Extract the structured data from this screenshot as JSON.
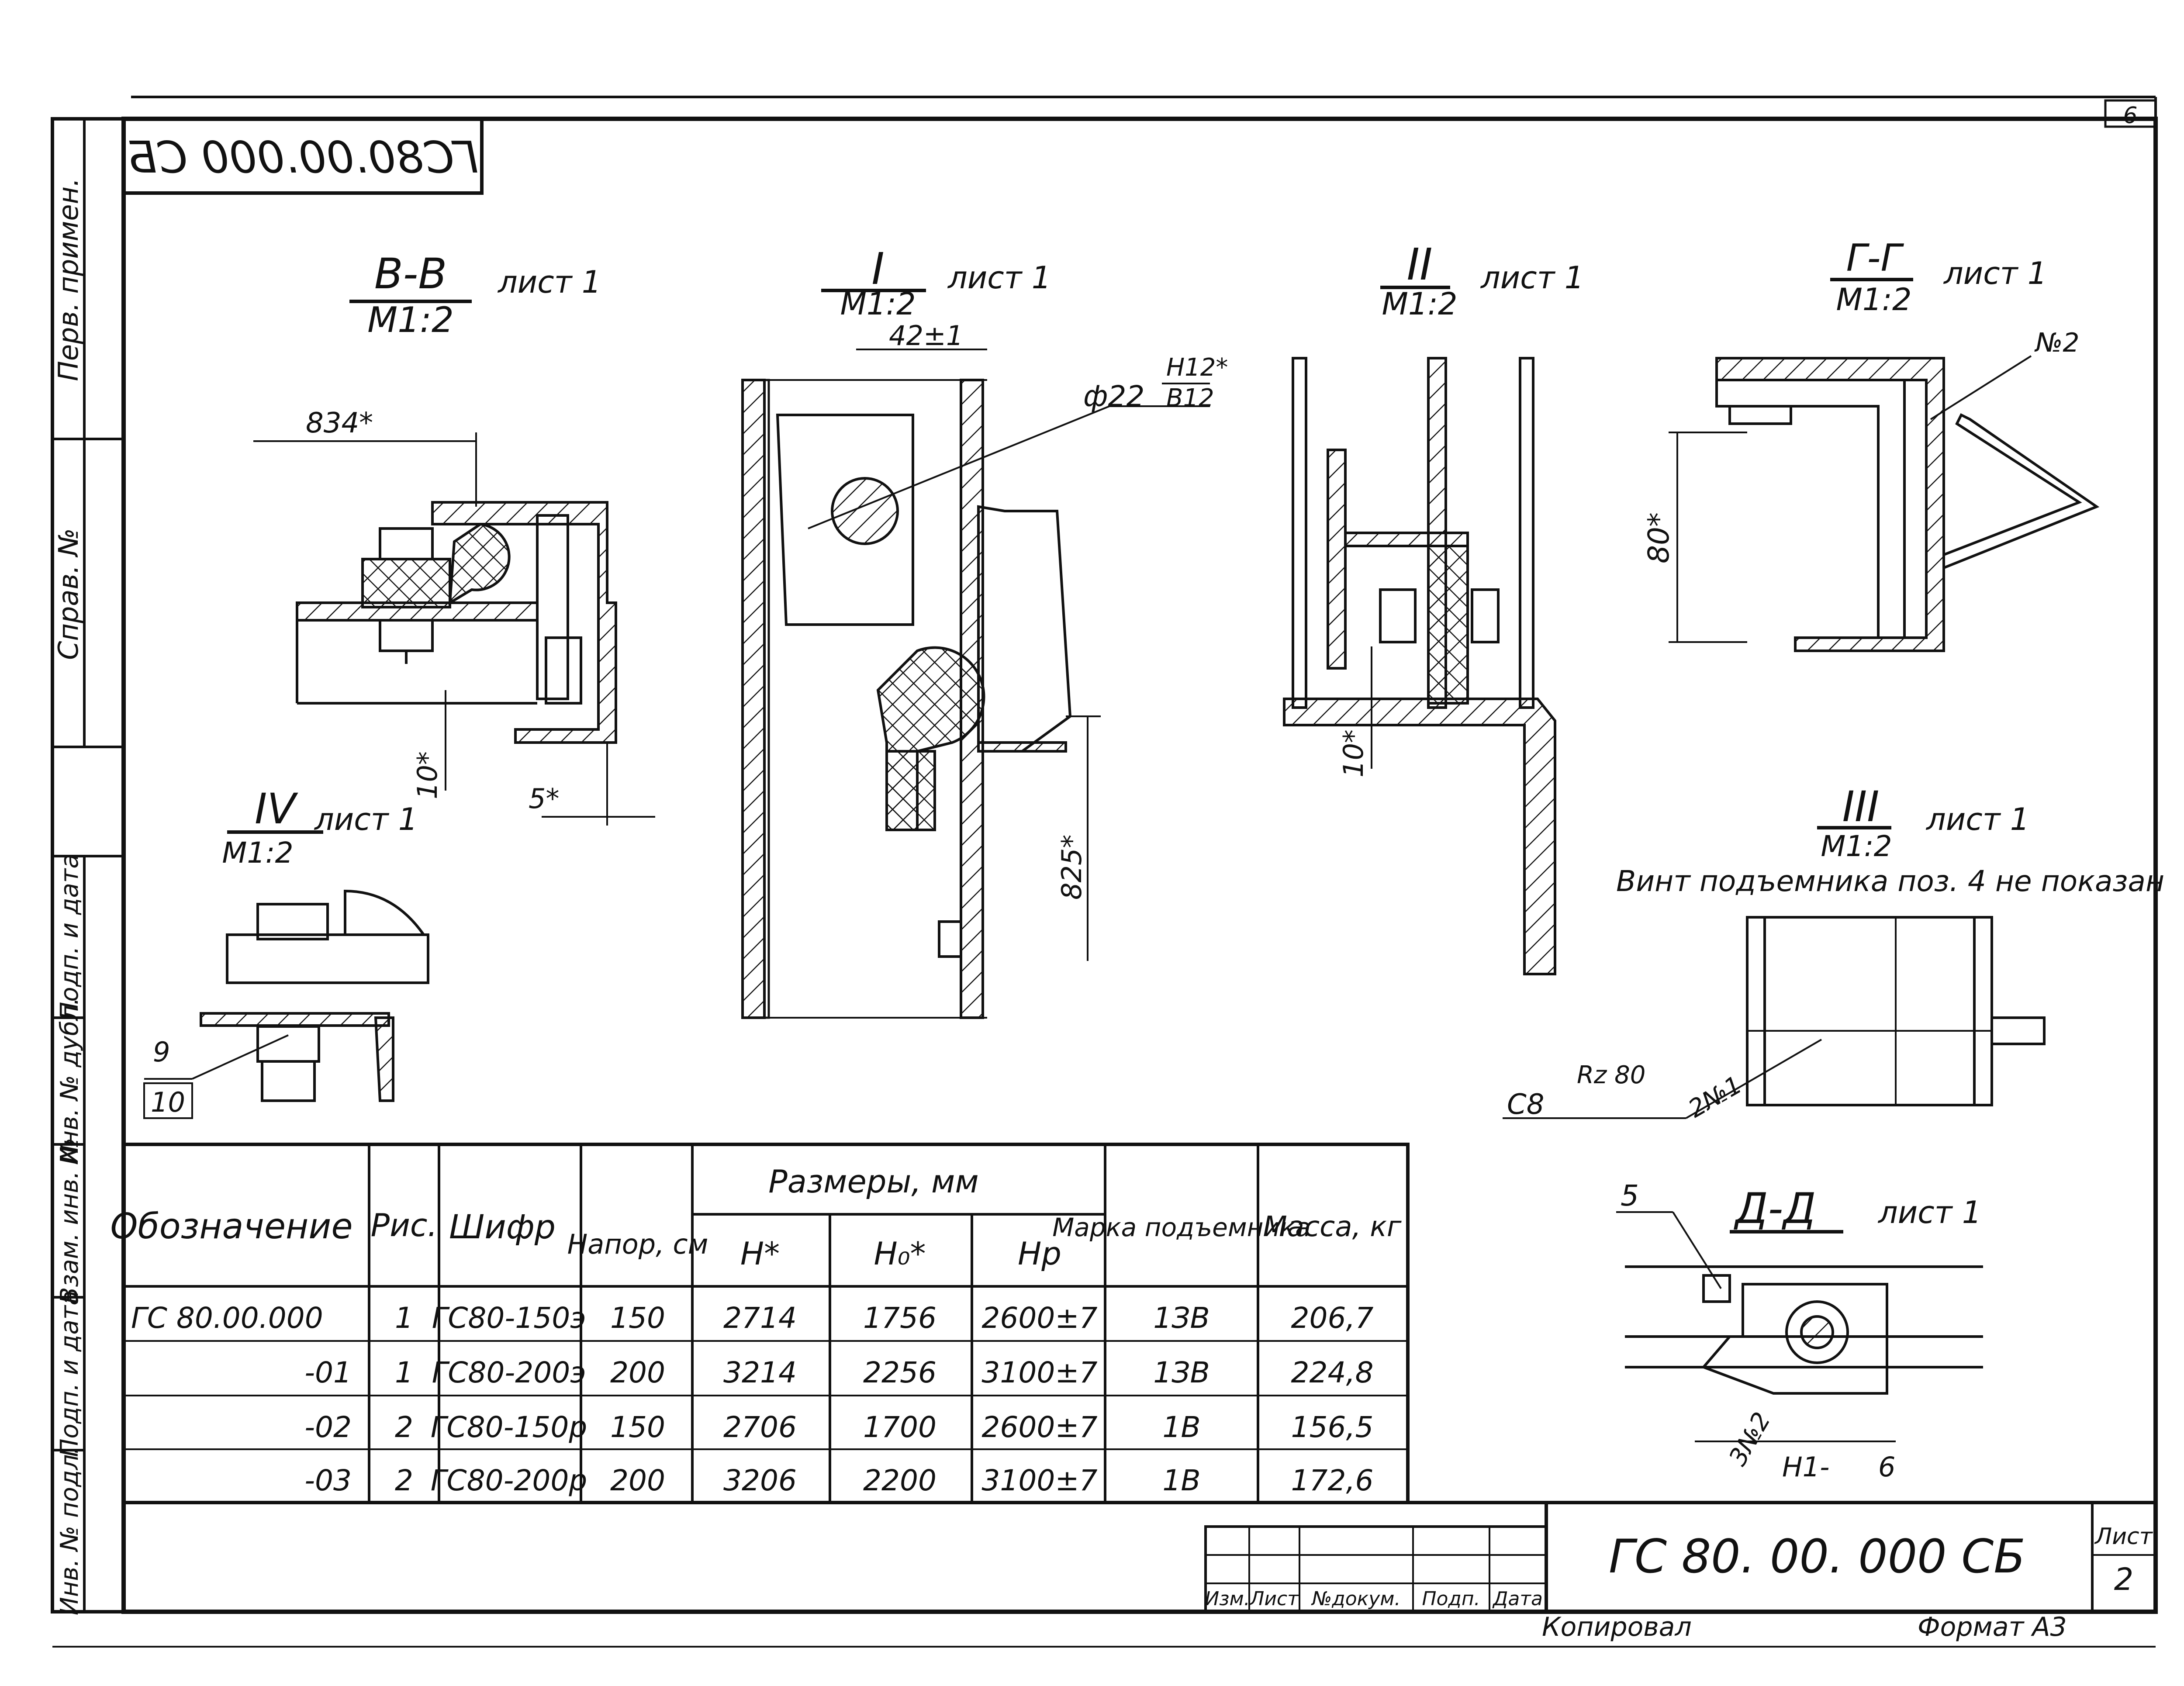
{
  "sheet_number_top": "6",
  "mirrored_code": "ГС80.00.000 СБ",
  "side_strip": {
    "perv_primen": "Перв. примен.",
    "sprav_no": "Справ. №",
    "podp_data_1": "Подп. и дата",
    "inv_dubl": "Инв. № дубл.",
    "vzam_inv": "Взам. инв. №",
    "podp_data_2": "Подп. и дата",
    "inv_podl": "Инв. № подл."
  },
  "views": {
    "vv": {
      "label": "В-В",
      "scale": "М1:2",
      "sheet": "лист 1",
      "dim_834": "834*",
      "dim_10": "10*",
      "dim_5": "5*"
    },
    "i": {
      "label": "I",
      "scale": "М1:2",
      "sheet": "лист 1",
      "dim_42": "42±1",
      "dim_phi": "ф22",
      "tol_top": "H12*",
      "tol_bot": "В12",
      "dim_825": "825*"
    },
    "ii": {
      "label": "II",
      "scale": "М1:2",
      "sheet": "лист 1",
      "dim_10": "10*"
    },
    "gg": {
      "label": "Г-Г",
      "scale": "М1:2",
      "sheet": "лист 1",
      "dim_80": "80*",
      "note_no2": "№2"
    },
    "iv": {
      "label": "IV",
      "scale": "М1:2",
      "sheet": "лист 1",
      "pos_9": "9",
      "pos_10": "10"
    },
    "iii": {
      "label": "III",
      "scale": "М1:2",
      "sheet": "лист 1",
      "note": "Винт подъемника поз. 4 не показан",
      "roughness": "Rz 80",
      "weld_c8": "С8",
      "weld_2no1": "2№1"
    },
    "dd": {
      "label": "Д-Д",
      "sheet": "лист 1",
      "pos_5": "5",
      "weld_3no2": "3№2",
      "weld_h1": "Н1-",
      "weld_6": "6"
    }
  },
  "table": {
    "headers": {
      "designation": "Обозначение",
      "fig": "Рис.",
      "code": "Шифр",
      "head": "Напор, см",
      "dimensions": "Размеры, мм",
      "h": "H*",
      "h0": "H₀*",
      "hp": "Hp",
      "lift": "Марка подъемника",
      "mass": "Масса, кг"
    },
    "rows": [
      [
        "ГС 80.00.000",
        "1",
        "ГС80-150э",
        "150",
        "2714",
        "1756",
        "2600±7",
        "1ЗВ",
        "206,7"
      ],
      [
        "-01",
        "1",
        "ГС80-200э",
        "200",
        "3214",
        "2256",
        "3100±7",
        "1ЗВ",
        "224,8"
      ],
      [
        "-02",
        "2",
        "ГС80-150р",
        "150",
        "2706",
        "1700",
        "2600±7",
        "1В",
        "156,5"
      ],
      [
        "-03",
        "2",
        "ГС80-200р",
        "200",
        "3206",
        "2200",
        "3100±7",
        "1В",
        "172,6"
      ]
    ]
  },
  "title_block": {
    "izm": "Изм.",
    "list": "Лист",
    "no_dokum": "№докум.",
    "podp": "Подп.",
    "data": "Дата",
    "code": "ГС 80. 00. 000 СБ",
    "list_label": "Лист",
    "list_value": "2"
  },
  "footer": {
    "copied": "Копировал",
    "format": "Формат А3"
  }
}
